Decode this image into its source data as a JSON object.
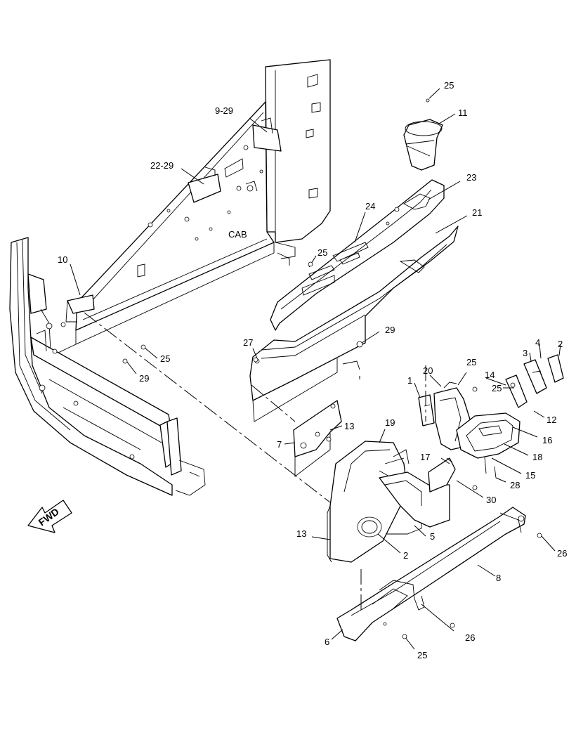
{
  "diagram": {
    "cab_label": "CAB",
    "forward_label": "FWD",
    "callouts": {
      "c_25_a": "25",
      "c_11": "11",
      "c_9_29": "9-29",
      "c_22_29": "22-29",
      "c_23": "23",
      "c_24": "24",
      "c_21": "21",
      "c_25_b": "25",
      "c_10": "10",
      "c_25_c": "25",
      "c_29_a": "29",
      "c_27": "27",
      "c_29_b": "29",
      "c_20": "20",
      "c_25_d": "25",
      "c_1": "1",
      "c_14": "14",
      "c_25_e": "25",
      "c_3": "3",
      "c_4": "4",
      "c_2_a": "2",
      "c_12": "12",
      "c_16": "16",
      "c_18": "18",
      "c_15": "15",
      "c_28": "28",
      "c_13_a": "13",
      "c_7": "7",
      "c_19": "19",
      "c_17": "17",
      "c_30": "30",
      "c_5": "5",
      "c_2_b": "2",
      "c_13_b": "13",
      "c_8": "8",
      "c_26_a": "26",
      "c_26_b": "26",
      "c_6": "6",
      "c_25_f": "25"
    }
  }
}
